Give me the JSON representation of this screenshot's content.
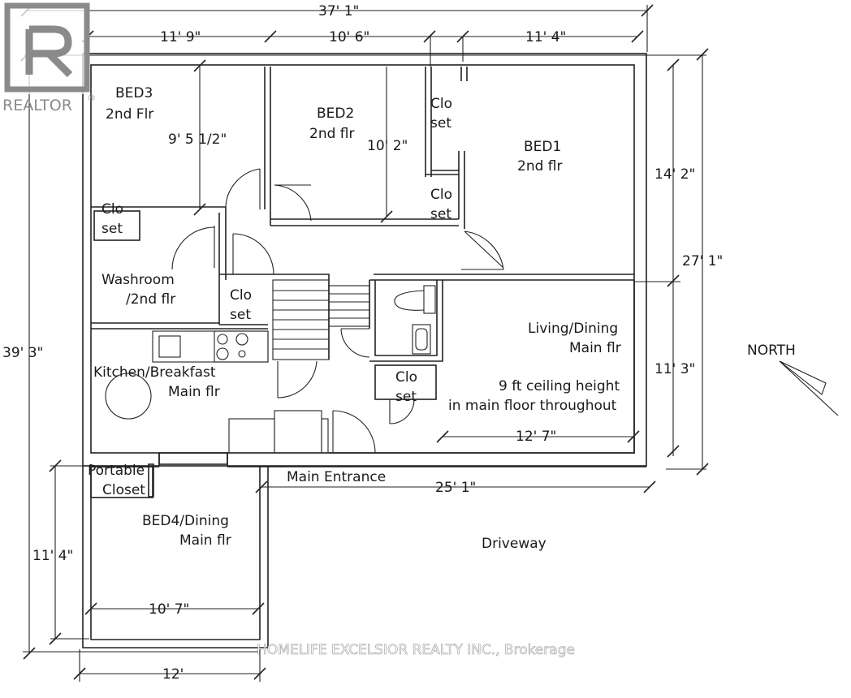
{
  "logo": {
    "text": "REALTOR",
    "mark": "®",
    "color": "#8a8a8a"
  },
  "watermark": "HOMELIFE EXCELSIOR REALTY INC., Brokerage",
  "rooms": {
    "bed3": [
      "BED3",
      "2nd Flr"
    ],
    "bed2": [
      "BED2",
      "2nd flr"
    ],
    "bed1": [
      "BED1",
      "2nd flr"
    ],
    "closet_bed3": [
      "Clo",
      "set"
    ],
    "closet_bed2_top": [
      "Clo",
      "set"
    ],
    "closet_bed2_bottom": [
      "Clo",
      "set"
    ],
    "washroom": [
      "Washroom",
      "/2nd flr"
    ],
    "closet_hall": [
      "Clo",
      "set"
    ],
    "living": [
      "Living/Dining",
      "Main flr"
    ],
    "ceiling_note": [
      "9 ft ceiling height",
      "in main floor throughout"
    ],
    "closet_main": [
      "Clo",
      "set"
    ],
    "kitchen": [
      "Kitchen/Breakfast",
      "Main flr"
    ],
    "portable_closet": [
      "Portable",
      "Closet"
    ],
    "bed4": [
      "BED4/Dining",
      "Main flr"
    ],
    "main_entrance": "Main Entrance",
    "driveway": "Driveway",
    "north": "NORTH"
  },
  "dimensions": {
    "total_width": "37' 1\"",
    "bed3_width": "11' 9\"",
    "bed2_width": "10' 6\"",
    "bed1_width": "11' 4\"",
    "bed3_depth": "9' 5 1/2\"",
    "bed2_depth": "10' 2\"",
    "bed1_depth": "14' 2\"",
    "upper_depth": "27' 1\"",
    "living_depth": "11' 3\"",
    "living_width": "12' 7\"",
    "front_width": "25' 1\"",
    "total_depth": "39' 3\"",
    "bed4_depth": "11' 4\"",
    "bed4_width": "10' 7\"",
    "base_width": "12'"
  }
}
